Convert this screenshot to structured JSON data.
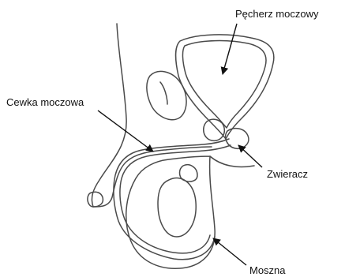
{
  "labels": {
    "bladder": "Pęcherz moczowy",
    "urethra": "Cewka moczowa",
    "sphincter": "Zwieracz",
    "scrotum": "Moszna"
  },
  "colors": {
    "outline": "#4a4a4a",
    "text": "#111111",
    "background": "#ffffff"
  }
}
